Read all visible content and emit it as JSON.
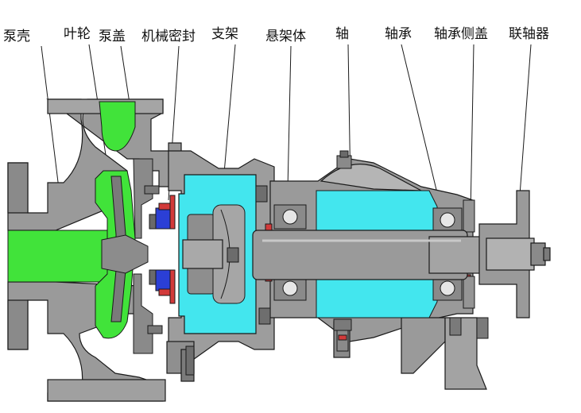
{
  "labels": [
    "泵壳",
    "叶轮",
    "泵盖",
    "机械密封",
    "支架",
    "悬架体",
    "轴",
    "轴承",
    "轴承侧盖",
    "联轴器"
  ],
  "colors": {
    "metal": "#9a9a9a",
    "metal_dark": "#6e6e6e",
    "metal_light": "#c4c4c4",
    "outline": "#1a1a1a",
    "fluid": "#41e33a",
    "cavity": "#43e6ee",
    "seal": "#2b3fd6",
    "gasket": "#d23a3a",
    "background": "#ffffff"
  }
}
